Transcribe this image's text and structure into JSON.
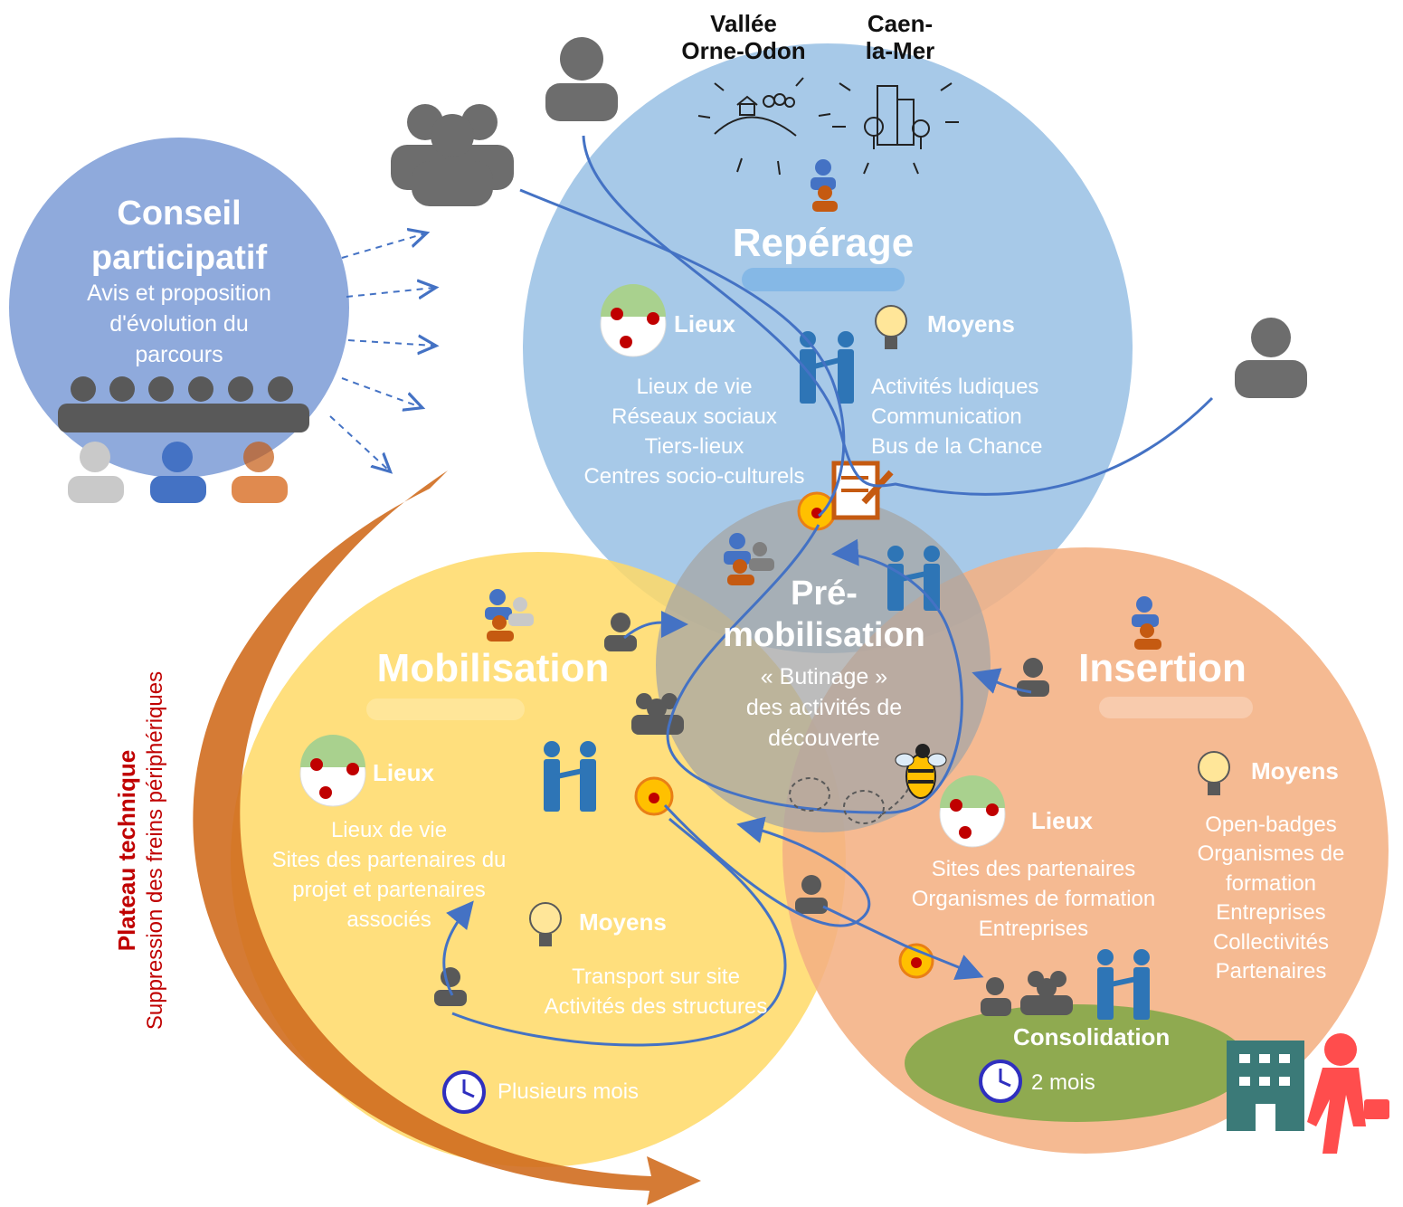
{
  "territories": {
    "vallee": [
      "Vallée",
      "Orne-Odon"
    ],
    "caen": [
      "Caen-",
      "la-Mer"
    ]
  },
  "conseil": {
    "title": [
      "Conseil",
      "participatif"
    ],
    "desc": [
      "Avis et proposition",
      "d'évolution du",
      "parcours"
    ]
  },
  "reperage": {
    "title": "Repérage",
    "lieux_label": "Lieux",
    "lieux": [
      "Lieux de vie",
      "Réseaux sociaux",
      "Tiers-lieux",
      "Centres socio-culturels"
    ],
    "moyens_label": "Moyens",
    "moyens": [
      "Activités ludiques",
      "Communication",
      "Bus de la Chance"
    ]
  },
  "premob": {
    "title": [
      "Pré-",
      "mobilisation"
    ],
    "desc": [
      "« Butinage »",
      "des activités de",
      "découverte"
    ]
  },
  "mobilisation": {
    "title": "Mobilisation",
    "lieux_label": "Lieux",
    "lieux": [
      "Lieux de vie",
      "Sites des partenaires du",
      "projet et partenaires",
      "associés"
    ],
    "moyens_label": "Moyens",
    "moyens": [
      "Transport sur site",
      "Activités des structures"
    ],
    "duration": "Plusieurs mois"
  },
  "insertion": {
    "title": "Insertion",
    "lieux_label": "Lieux",
    "lieux": [
      "Sites des partenaires",
      "Organismes de formation",
      "Entreprises"
    ],
    "moyens_label": "Moyens",
    "moyens": [
      "Open-badges",
      "Organismes de",
      "formation",
      "Entreprises",
      "Collectivités",
      "Partenaires"
    ]
  },
  "consolidation": {
    "title": "Consolidation",
    "duration": "2 mois"
  },
  "plateau": {
    "title": "Plateau technique",
    "subtitle": "Suppression des freins périphériques"
  },
  "colors": {
    "reperage": "#9dc3e6",
    "mobilisation": "#ffd966",
    "insertion": "#f4b183",
    "premob": "#a5a5a5",
    "conseil": "#8faadc",
    "consolidation": "#8faa50",
    "arc": "#d06d1f",
    "path": "#4472c4",
    "plateau_text": "#c00000"
  }
}
